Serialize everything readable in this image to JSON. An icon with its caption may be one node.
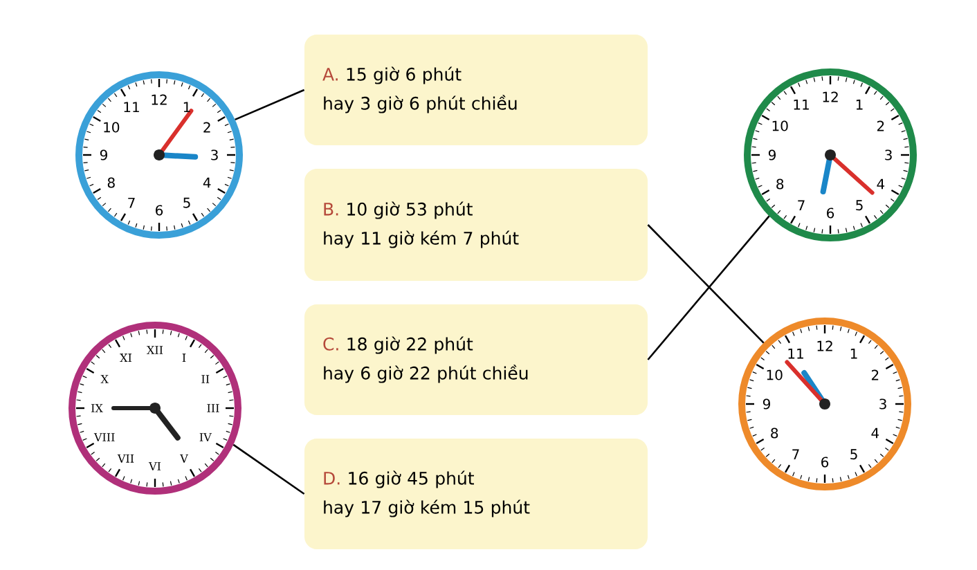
{
  "diagram": {
    "nodes": [
      {
        "text": [],
        "shape": "picture"
      },
      {
        "text": [
          "A.",
          "15 giờ 6 phút",
          "hay 3 giờ 6 phút chiều"
        ]
      },
      {
        "text": [],
        "shape": "picture"
      },
      {
        "text": [
          "B.",
          "10 giờ 53 phút",
          "hay 11 giờ kém 7 phút"
        ]
      },
      {
        "text": [
          "C.",
          "18 giờ 22 phút",
          "hay 6 giờ 22 phút chiều"
        ]
      },
      {
        "text": [],
        "shape": "picture"
      },
      {
        "text": [
          "D.",
          "16 giờ 45 phút",
          "hay 17 giờ kém 15 phút"
        ]
      },
      {
        "text": [],
        "shape": "picture"
      }
    ],
    "edges": [
      {
        "from": 0,
        "to": 1,
        "arrow": "none"
      },
      {
        "from": 3,
        "to": 7,
        "arrow": "none"
      },
      {
        "from": 4,
        "to": 2,
        "arrow": "none"
      },
      {
        "from": 5,
        "to": 6,
        "arrow": "none"
      }
    ],
    "labels": [
      "12",
      "1",
      "2",
      "3",
      "4",
      "5",
      "6",
      "7",
      "8",
      "9",
      "10",
      "11",
      "12",
      "1",
      "2",
      "3",
      "4",
      "5",
      "6",
      "7",
      "8",
      "9",
      "10",
      "11",
      "XII",
      "I",
      "II",
      "III",
      "IV",
      "V",
      "VI",
      "VII",
      "VIII",
      "IX",
      "X",
      "XI",
      "12",
      "1",
      "2",
      "3",
      "4",
      "5",
      "6",
      "7",
      "8",
      "9",
      "10",
      "11"
    ]
  }
}
